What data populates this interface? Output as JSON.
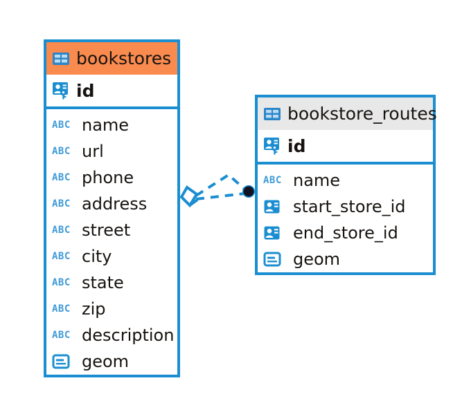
{
  "diagram": {
    "type": "entity-relationship-diagram",
    "colors": {
      "border_blue": "#1a8ed0",
      "header_orange": "#fa8b4f",
      "header_gray": "#e8e8e8",
      "icon_blue": "#1a8ed0",
      "abc_blue": "#3f9ad8",
      "text": "#16120f",
      "connector_blue": "#1a8ed0",
      "connector_endpoint_dot": "#0d0d1a",
      "background": "#ffffff"
    },
    "entities": [
      {
        "name": "bookstores",
        "table_icon": "table-grid-icon",
        "header_style": "orange",
        "primary_key": {
          "label": "id",
          "icon": "primary-key-icon"
        },
        "fields": [
          {
            "label": "name",
            "icon": "abc-text-icon",
            "type_glyph": "ABC"
          },
          {
            "label": "url",
            "icon": "abc-text-icon",
            "type_glyph": "ABC"
          },
          {
            "label": "phone",
            "icon": "abc-text-icon",
            "type_glyph": "ABC"
          },
          {
            "label": "address",
            "icon": "abc-text-icon",
            "type_glyph": "ABC"
          },
          {
            "label": "street",
            "icon": "abc-text-icon",
            "type_glyph": "ABC"
          },
          {
            "label": "city",
            "icon": "abc-text-icon",
            "type_glyph": "ABC"
          },
          {
            "label": "state",
            "icon": "abc-text-icon",
            "type_glyph": "ABC"
          },
          {
            "label": "zip",
            "icon": "abc-text-icon",
            "type_glyph": "ABC"
          },
          {
            "label": "description",
            "icon": "abc-text-icon",
            "type_glyph": "ABC"
          },
          {
            "label": "geom",
            "icon": "geometry-icon",
            "type_glyph": ""
          }
        ]
      },
      {
        "name": "bookstore_routes",
        "table_icon": "table-grid-icon",
        "header_style": "gray",
        "primary_key": {
          "label": "id",
          "icon": "primary-key-icon"
        },
        "fields": [
          {
            "label": "name",
            "icon": "abc-text-icon",
            "type_glyph": "ABC"
          },
          {
            "label": "start_store_id",
            "icon": "foreign-key-icon",
            "type_glyph": ""
          },
          {
            "label": "end_store_id",
            "icon": "foreign-key-icon",
            "type_glyph": ""
          },
          {
            "label": "geom",
            "icon": "geometry-icon",
            "type_glyph": ""
          }
        ]
      }
    ],
    "relationship": {
      "style": "dashed",
      "source_endpoint": "diamond-outline",
      "target_endpoint": "filled-dot",
      "from_entity": "bookstores",
      "to_entity": "bookstore_routes"
    }
  }
}
